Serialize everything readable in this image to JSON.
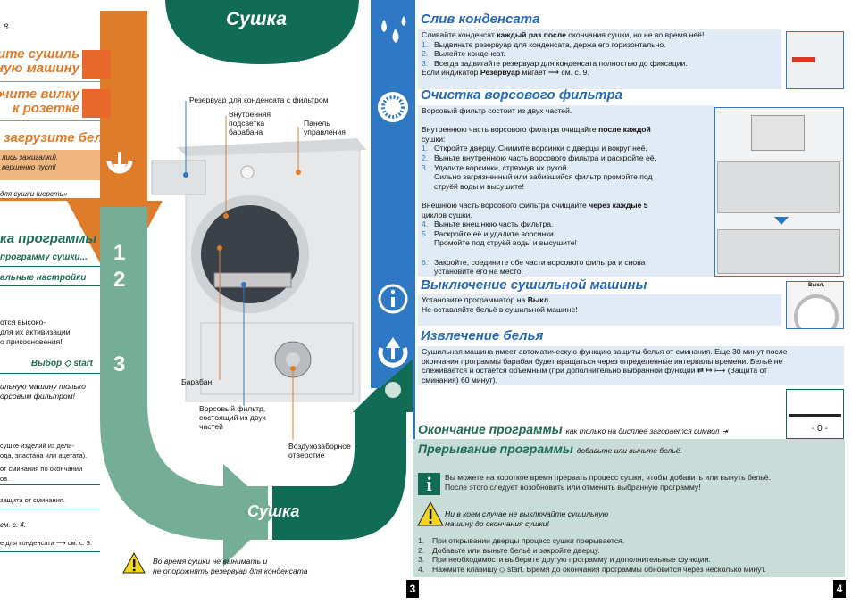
{
  "left": {
    "page_ref": "8",
    "step1": "отрите сушиль ную машину",
    "step1_a": "отрите сушиль",
    "step1_b": "ную машину",
    "step2_a": "ключите вилку",
    "step2_b": "к розетке",
    "step3": "загрузите бельё",
    "note_a": "лись зажигалки).",
    "note_b": "вершенно пуст!",
    "wool": "для сушки шерсти»",
    "section_title": "ка программы",
    "sub1": "программу сушки...",
    "sub2": "альные настройки",
    "p1": [
      "отся высоко-",
      "для их активизации",
      "о прикосновения!"
    ],
    "select": "Выбор ◇ start",
    "p2": [
      "ильную машину только",
      "орсовым фильтром!"
    ],
    "p3": [
      "сушке изделий из дели-",
      "ода, эластана или ацетата)."
    ],
    "p4": [
      "от сминания по окончании",
      "ов."
    ],
    "p5": "защита от сминания.",
    "p6": "см. с. 4.",
    "p7": "е для конденсата ⟶ см. с. 9.",
    "numbers": [
      "1",
      "2",
      "3"
    ]
  },
  "center": {
    "top_title": "Сушка",
    "bottom_title": "Сушка",
    "labels": {
      "tank": "Резервуар для конденсата с фильтром",
      "light": [
        "Внутренняя",
        "подсветка",
        "барабана"
      ],
      "panel": [
        "Панель",
        "управления"
      ],
      "drum": "Барабан",
      "filter": [
        "Ворсовый фильтр,",
        "состоящий из двух",
        "частей"
      ],
      "air": [
        "Воздухозаборное",
        "отверстие"
      ]
    },
    "warning": [
      "Во время сушки не вынимать и",
      "не опорожнять резервуар для конденсата"
    ],
    "page_number": "3"
  },
  "right": {
    "drain": {
      "title": "Слив конденсата",
      "intro_a": "Сливайте конденсат ",
      "intro_b": "каждый раз после",
      "intro_c": " окончания сушки, но не во время неё!",
      "steps": [
        "Выдвиньте резервуар для конденсата, держа его горизонтально.",
        "Вылейте конденсат.",
        "Всегда задвигайте резервуар для конденсата полностью до фиксации."
      ],
      "ind_a": "Если индикатор ",
      "ind_b": "Резервуар",
      "ind_c": " мигает ⟶ см. с. 9."
    },
    "filter": {
      "title": "Очистка ворсового фильтра",
      "intro": "Ворсовый фильтр состоит из двух частей.",
      "inner_a": "Внутреннюю часть ворсового фильтра очищайте ",
      "inner_b": "после каждой",
      "inner_c": "сушки:",
      "steps1": [
        "Откройте дверцу. Снимите ворсинки с дверцы и вокруг неё.",
        "Выньте внутреннюю часть ворсового фильтра и раскройте её.",
        "Удалите ворсинки, стряхнув их рукой."
      ],
      "step3_extra": [
        "Сильно загрязненный или забившийся фильтр промойте под",
        "струёй воды и высушите!"
      ],
      "outer_a": "Внешнюю часть ворсового фильтра очищайте ",
      "outer_b": "через каждые 5",
      "outer_c": "циклов сушки.",
      "steps2": [
        "Выньте внешнюю часть фильтра.",
        "Раскройте её и удалите ворсинки."
      ],
      "step5_extra": "Промойте под струёй воды и высушите!",
      "step6": [
        "Закройте, соедините обе части ворсового фильтра и снова",
        "установите его на место."
      ]
    },
    "off": {
      "title": "Выключение сушильной машины",
      "l1a": "Установите программатор на ",
      "l1b": "Выкл.",
      "l2": "Не оставляйте бельё в сушильной машине!",
      "dial_label": "Выкл."
    },
    "remove": {
      "title": "Извлечение белья",
      "lines": [
        "Сушильная машина имеет автоматическую функцию защиты белья от сминания. Еще 30 минут после",
        "окончания программы барабан будет вращаться через определенные интервалы времени. Бельё не",
        "слеживается и остается объемным (при дополнительно выбранной функции ⇄ ↦ ⟼ (Защита от",
        "сминания) 60 минут)."
      ]
    },
    "end": {
      "title": "Окончание программы",
      "sub": "как только на дисплее загорается символ ⇥",
      "display": "- 0 -"
    },
    "pause": {
      "title": "Прерывание программы",
      "sub": "добавьте или выньте бельё.",
      "info": [
        "Вы можете на короткое время прервать процесс сушки, чтобы добавить или вынуть бельё.",
        "После этого следует возобновить или отменить выбранную программу!"
      ],
      "warn": [
        "Ни в коем случае не выключайте сушильную",
        "машину до окончания сушки!"
      ],
      "steps": [
        "При открывании дверцы процесс сушки прерывается.",
        "Добавьте или выньте бельё и закройте дверцу.",
        "При необходимости выберите другую программу и дополнительные функции.",
        "Нажмите клавишу ◇ start. Время до окончания программы обновится через несколько минут."
      ]
    },
    "page_number": "4"
  },
  "colors": {
    "orange": "#e07b2a",
    "green_light": "#74ae96",
    "green_dark": "#116c56",
    "blue": "#2f78c4",
    "panel_blue": "#e1ebf5",
    "panel_green": "#c8dcd8"
  }
}
